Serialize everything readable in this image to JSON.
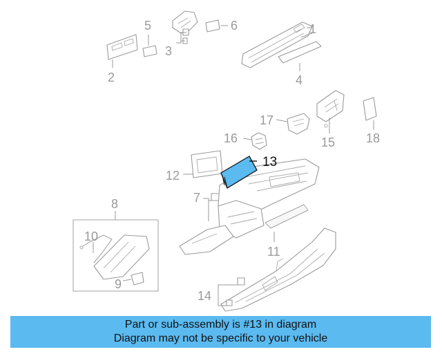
{
  "callouts": {
    "c1": "1",
    "c2": "2",
    "c3": "3",
    "c4": "4",
    "c5": "5",
    "c6": "6",
    "c7": "7",
    "c8": "8",
    "c9": "9",
    "c10": "10",
    "c11": "11",
    "c12": "12",
    "c13": "13",
    "c14": "14",
    "c15": "15",
    "c16": "16",
    "c17": "17",
    "c18": "18"
  },
  "highlight": {
    "part_number": "13",
    "color": "#5bbaf0"
  },
  "banner": {
    "line1": "Part or sub-assembly is #13 in diagram",
    "line2": "Diagram may not be specific to your vehicle",
    "background": "#5bbaf0"
  }
}
